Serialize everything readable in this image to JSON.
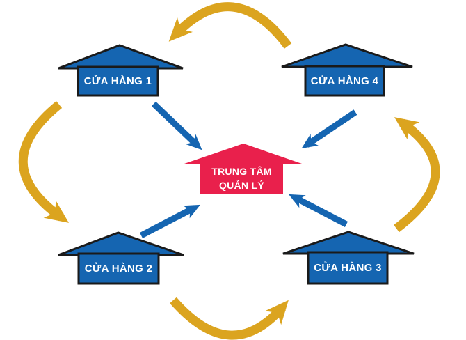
{
  "colors": {
    "store_blue": "#1565b1",
    "center_red": "#e9204c",
    "arrow_blue": "#1565b1",
    "cycle_yellow": "#dba41f",
    "outline_black": "#1a1a1a",
    "label_white": "#ffffff",
    "background": "#ffffff"
  },
  "center": {
    "label_line1": "TRUNG TÂM",
    "label_line2": "QUẢN LÝ"
  },
  "stores": [
    {
      "id": "cua-hang-1",
      "label": "CỬA HÀNG 1",
      "position": "top-left"
    },
    {
      "id": "cua-hang-2",
      "label": "CỬA HÀNG 2",
      "position": "bottom-left"
    },
    {
      "id": "cua-hang-3",
      "label": "CỬA HÀNG 3",
      "position": "bottom-right"
    },
    {
      "id": "cua-hang-4",
      "label": "CỬA HÀNG 4",
      "position": "top-right"
    }
  ],
  "flows": {
    "inbound_to_center": [
      {
        "from": "CỬA HÀNG 1",
        "to": "TRUNG TÂM QUẢN LÝ"
      },
      {
        "from": "CỬA HÀNG 2",
        "to": "TRUNG TÂM QUẢN LÝ"
      },
      {
        "from": "CỬA HÀNG 3",
        "to": "TRUNG TÂM QUẢN LÝ"
      },
      {
        "from": "CỬA HÀNG 4",
        "to": "TRUNG TÂM QUẢN LÝ"
      }
    ],
    "cycle": [
      {
        "from": "CỬA HÀNG 4",
        "to": "CỬA HÀNG 1",
        "arrow": "top"
      },
      {
        "from": "CỬA HÀNG 1",
        "to": "CỬA HÀNG 2",
        "arrow": "left"
      },
      {
        "from": "CỬA HÀNG 2",
        "to": "CỬA HÀNG 3",
        "arrow": "bottom"
      },
      {
        "from": "CỬA HÀNG 3",
        "to": "CỬA HÀNG 4",
        "arrow": "right"
      }
    ]
  }
}
